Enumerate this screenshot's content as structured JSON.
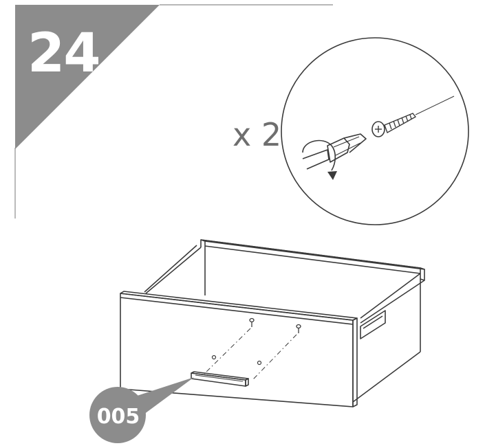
{
  "step": {
    "number": "24"
  },
  "detail": {
    "quantity": "x 2"
  },
  "part": {
    "number": "005"
  },
  "colors": {
    "badge": "#8c8c8c",
    "line": "#3a3a3a",
    "qty_text": "#6e6e6e"
  },
  "icons": [
    "step-badge",
    "screw-icon",
    "screwdriver-icon",
    "rotate-arrow-icon",
    "drawer",
    "handle-part"
  ]
}
